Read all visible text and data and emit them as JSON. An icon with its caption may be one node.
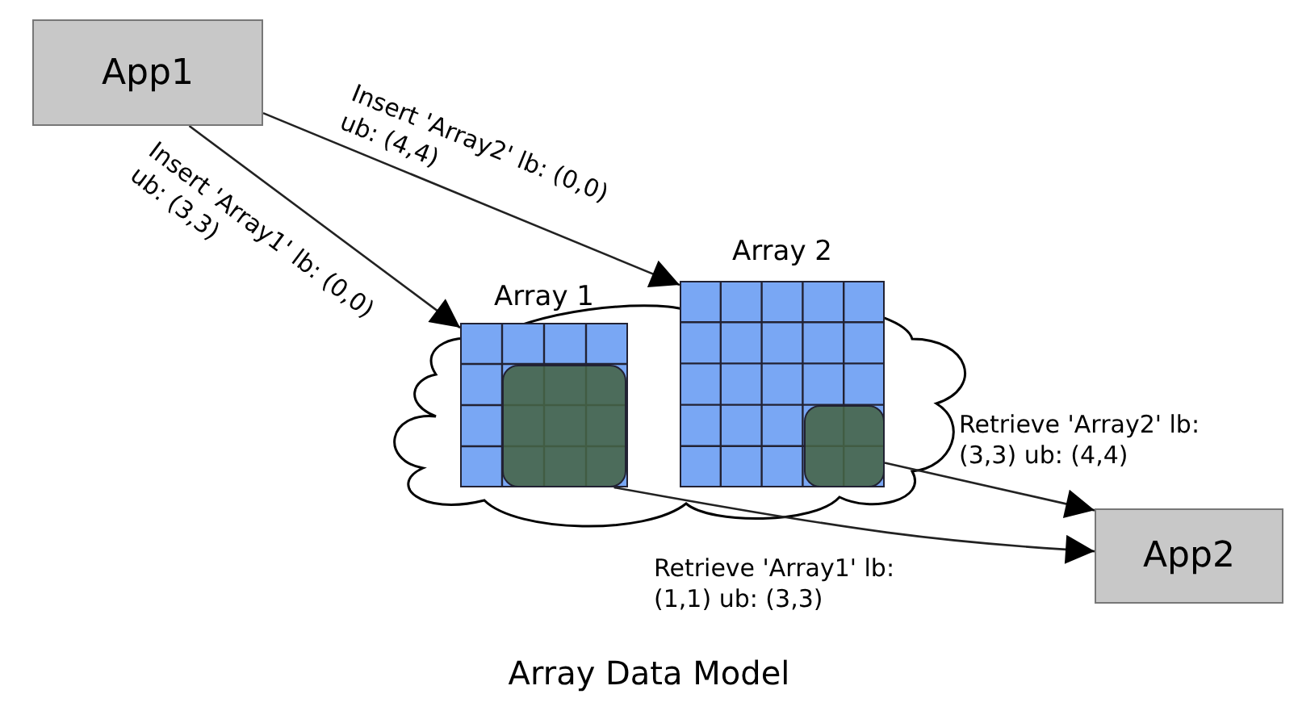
{
  "diagram": {
    "caption": "Array Data Model",
    "nodes": [
      {
        "text": [
          "App1"
        ]
      },
      {
        "text": [
          "Array 1"
        ]
      },
      {
        "text": [],
        "shape": "box",
        "in": 1
      },
      {
        "text": [
          "Array 2"
        ]
      },
      {
        "text": [],
        "shape": "box",
        "in": 3
      },
      {
        "text": [
          "App2"
        ]
      }
    ],
    "edges": [
      {
        "from": 0,
        "to": 1,
        "arrow": "to",
        "label": "Insert 'Array1' lb: (0,0) ub: (3,3)"
      },
      {
        "from": 0,
        "to": 3,
        "arrow": "to",
        "label": "Insert 'Array2' lb: (0,0) ub: (4,4)"
      },
      {
        "from": 2,
        "to": 5,
        "arrow": "to",
        "label": "Retrieve 'Array1' lb: (1,1) ub: (3,3)"
      },
      {
        "from": 4,
        "to": 5,
        "arrow": "to",
        "label": "Retrieve 'Array2' lb: (3,3) ub: (4,4)"
      }
    ]
  }
}
